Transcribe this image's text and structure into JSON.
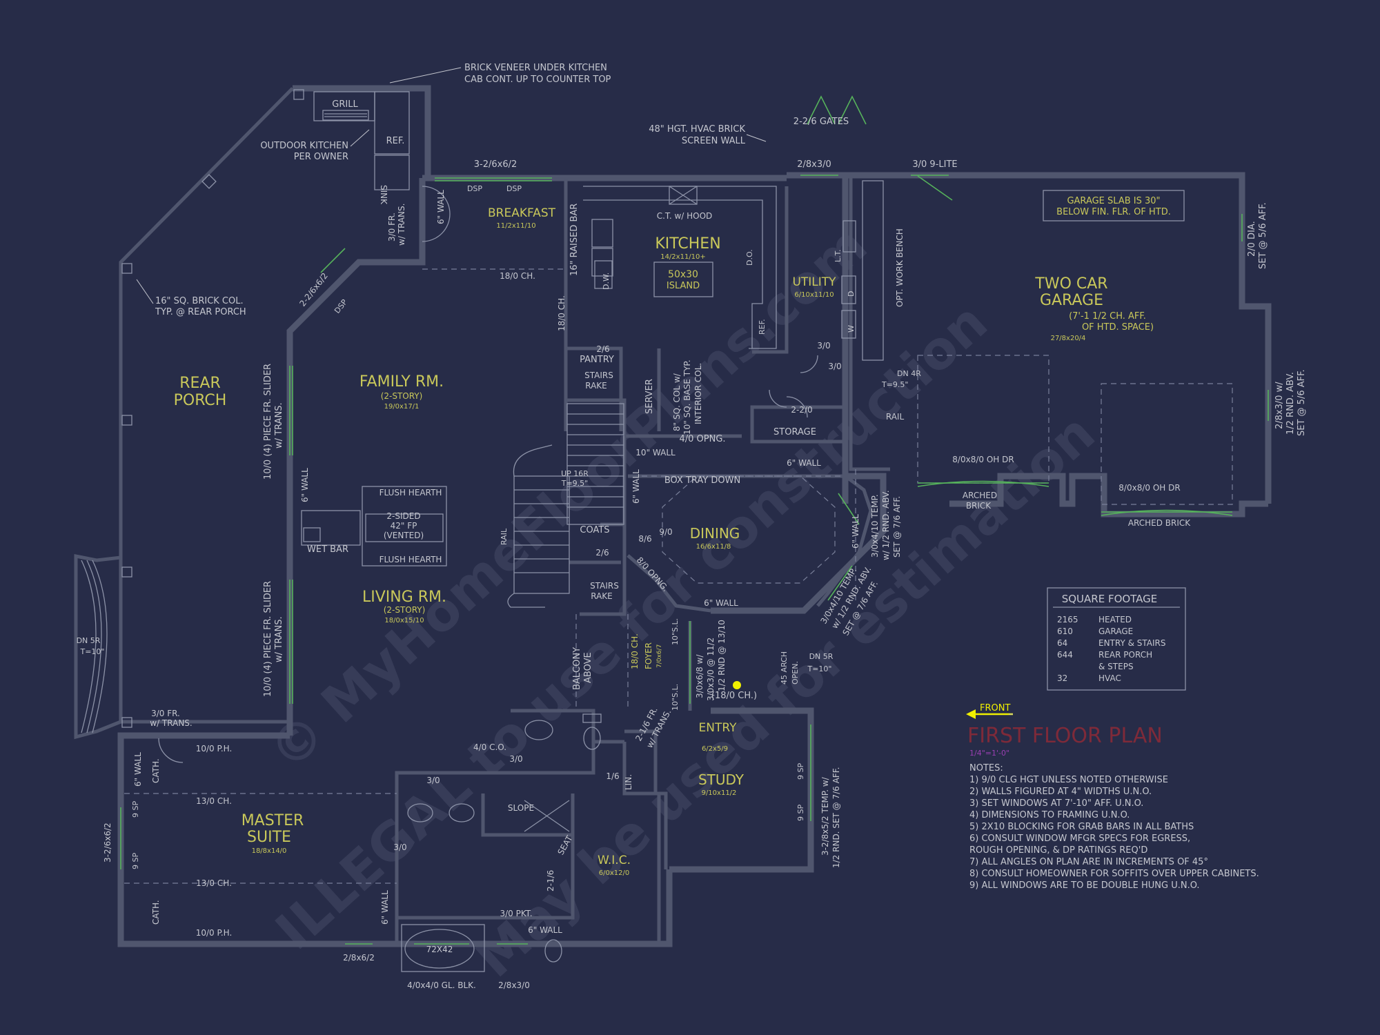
{
  "colors": {
    "background": "#272c48",
    "wall": "#50566e",
    "wall_dark": "#3e4460",
    "label": "#c9c85a",
    "note": "#c5c7cf",
    "accent": "#56b35b",
    "title_red": "#7e2a39",
    "scale_magenta": "#9a3fb2",
    "front_arrow": "#f0f000",
    "watermark": "#3a3f5b"
  },
  "watermark": {
    "line1": "© MyHomeFloorPlans.com",
    "line2": "ILLEGAL to use for construction",
    "line3": "May be used for estimation"
  },
  "rooms": {
    "rear_porch": [
      "REAR",
      "PORCH"
    ],
    "family_rm": "FAMILY RM.",
    "family_rm_sub": "(2-STORY)",
    "family_rm_size": "19/0x17/1",
    "living_rm": "LIVING RM.",
    "living_rm_sub": "(2-STORY)",
    "living_rm_size": "18/0x15/10",
    "kitchen": "KITCHEN",
    "kitchen_size": "14/2x11/10+",
    "island": [
      "50x30",
      "ISLAND"
    ],
    "breakfast": "BREAKFAST",
    "breakfast_size": "11/2x11/10",
    "utility": "UTILITY",
    "utility_size": "6/10x11/10",
    "garage": [
      "TWO CAR",
      "GARAGE"
    ],
    "garage_note": [
      "(7'-1 1/2 CH. AFF.",
      "OF HTD. SPACE)"
    ],
    "garage_size": "27/8x20/4",
    "dining": "DINING",
    "dining_size": "16/6x11/8",
    "master": [
      "MASTER",
      "SUITE"
    ],
    "master_size": "18/8x14/0",
    "study": "STUDY",
    "study_size": "9/10x11/2",
    "entry": "ENTRY",
    "entry_size": "6/2x5/9",
    "wic": "W.I.C.",
    "wic_size": "6/0x12/0",
    "foyer": [
      "18/0 CH.",
      "FOYER",
      "7/0x6/7"
    ],
    "storage": "STORAGE",
    "pantry": "PANTRY",
    "server": "SERVER",
    "coats": "COATS",
    "lin": "LIN.",
    "wet_bar": "WET BAR",
    "grill": "GRILL",
    "ref": "REF.",
    "sink": "SINK",
    "tub": "72X42",
    "slope": "SLOPE",
    "seat": "SEAT"
  },
  "labels": {
    "brick_veneer": [
      "BRICK VENEER UNDER KITCHEN",
      "CAB CONT. UP TO COUNTER TOP"
    ],
    "outdoor_kitchen": [
      "OUTDOOR KITCHEN",
      "PER OWNER"
    ],
    "hvac_wall": [
      "48\" HGT. HVAC BRICK",
      "SCREEN WALL"
    ],
    "gates": "2-2/6 GATES",
    "w_2_8x3_0_top": "2/8x3/0",
    "door_3_0_9lite": "3/0 9-LITE",
    "garage_slab": [
      "GARAGE SLAB IS 30\"",
      "BELOW FIN. FLR. OF HTD."
    ],
    "win_2_0_dia": [
      "2/0 DIA.",
      "SET @ 5/6 AFF."
    ],
    "win_garage_right": [
      "2/8x3/0 w/",
      "1/2 RND. ABV.",
      "SET @ 5/6 AFF."
    ],
    "brick_col": [
      "16\" SQ. BRICK COL.",
      "TYP. @ REAR PORCH"
    ],
    "win_3_2_6x6_2": "3-2/6x6/2",
    "dsp1": "DSP",
    "dsp2": "DSP",
    "ct_hood": "C.T. w/ HOOD",
    "raised_bar": "16\" RAISED BAR",
    "ch_18_0_a": "18/0 CH.",
    "ch_18_0_b": "18/0 CH.",
    "win_2_2_6x6_2": "2-2/6x6/2",
    "dsp3": "DSP",
    "fr_3_0_trans_top": [
      "3/0 FR.",
      "w/ TRANS."
    ],
    "wall_6_a": "6\" WALL",
    "dw": "D.W.",
    "do": "D.O.",
    "ref_kitchen": "REF.",
    "lt": "L.T.",
    "d": "D",
    "w": "W",
    "opt_work_bench": "OPT. WORK BENCH",
    "dn_4r": [
      "DN 4R",
      "T=9.5\""
    ],
    "rail": "RAIL",
    "door_3_0_a": "3/0",
    "door_3_0_b": "3/0",
    "door_2_2_0": "2-2/0",
    "oh_dr_1": "8/0x8/0 OH DR",
    "oh_dr_2": "8/0x8/0 OH DR",
    "arched_brick_1": [
      "ARCHED",
      "BRICK"
    ],
    "arched_brick_2": "ARCHED BRICK",
    "slider_top": [
      "10/0 (4) PIECE FR. SLIDER",
      "w/ TRANS."
    ],
    "slider_bottom": [
      "10/0 (4) PIECE FR. SLIDER",
      "w/ TRANS."
    ],
    "wall_6_b": "6\" WALL",
    "flush_hearth_top": "FLUSH HEARTH",
    "flush_hearth_bottom": "FLUSH HEARTH",
    "fireplace": [
      "2-SIDED",
      "42\" FP",
      "(VENTED)"
    ],
    "stairs_rake_top": [
      "2/6",
      "STAIRS",
      "RAKE"
    ],
    "stairs_rake_bottom": [
      "2/6",
      "STAIRS",
      "RAKE"
    ],
    "up_16r": [
      "UP 16R",
      "T=9.5\""
    ],
    "rail_stairs": "RAIL",
    "col_base": [
      "8\" SQ. COL w/",
      "10\" SQ. BASE TYP.",
      "INTERIOR COL."
    ],
    "opng_4_0": "4/0 OPNG.",
    "wall_10": "10\" WALL",
    "wall_6_c": "6\" WALL",
    "wall_6_d": "6\" WALL",
    "box_tray": "BOX TRAY DOWN",
    "door_8_6": "8/6",
    "door_9_0": "9/0",
    "opng_8_0": "8/0 OPNG.",
    "wall_6_e": "6\" WALL",
    "wall_6_f": "6\" WALL",
    "win_3_0x4_10": [
      "3/0x4/10 TEMP.",
      "w/ 1/2 RND. ABV.",
      "SET @ 7/6 AFF."
    ],
    "win_3_0x4_10_b": [
      "3/0x4/10 TEMP.",
      "w/ 1/2 RND. ABV.",
      "SET @ 7/6 AFF."
    ],
    "dn_5r_right": [
      "DN 5R",
      "T=10\""
    ],
    "arch_opening": [
      "45 ARCH",
      "OPEN."
    ],
    "entry_windows": [
      "3/0x6/8 w/",
      "3/0x3/0 @ 11/2",
      "1/2 RND @ 13/10"
    ],
    "ch_18_0_entry": "(18/0 CH.)",
    "sl_1": "10\"S.L.",
    "sl_2": "10\"S.L.",
    "fr_2_1_6": [
      "2-1/6 FR.",
      "w/ TRANS."
    ],
    "balcony": [
      "BALCONY",
      "ABOVE"
    ],
    "dn_5r_left": [
      "DN 5R",
      "T=10\""
    ],
    "fr_3_0_trans_left": [
      "3/0 FR.",
      "w/ TRANS."
    ],
    "ph_10_0_top": "10/0 P.H.",
    "ch_13_0_top": "13/0 CH.",
    "ch_13_0_bottom": "13/0 CH.",
    "ph_10_0_bottom": "10/0 P.H.",
    "cath_top": "CATH.",
    "cath_bottom": "CATH.",
    "wall_6_g": "6\" WALL",
    "wall_6_h": "6\" WALL",
    "win_3_2_6x6_2_left": "3-2/6x6/2",
    "sp_1": "9 SP",
    "sp_2": "9 SP",
    "co_4_0": "4/0 C.O.",
    "door_3_0_c": "3/0",
    "door_3_0_d": "3/0",
    "door_3_0_e": "3/0",
    "door_1_6": "1/6",
    "door_2_1_6": "2-1/6",
    "pkt_3_0": "3/0 PKT.",
    "wall_6_i": "6\" WALL",
    "win_2_8x6_2": "2/8x6/2",
    "gl_blk": "4/0x4/0 GL. BLK.",
    "win_2_8x3_0_bottom": "2/8x3/0",
    "sp_3": "9 SP",
    "sp_4": "9 SP",
    "study_window": [
      "3-2/8x5/2 TEMP. w/",
      "1/2 RND. SET @ 7/6 AFF."
    ]
  },
  "square_footage": {
    "title": "SQUARE FOOTAGE",
    "rows": [
      {
        "value": "2165",
        "label": "HEATED"
      },
      {
        "value": "610",
        "label": "GARAGE"
      },
      {
        "value": "64",
        "label": "ENTRY & STAIRS"
      },
      {
        "value": "644",
        "label": "REAR PORCH"
      },
      {
        "value": "",
        "label": "& STEPS"
      },
      {
        "value": "32",
        "label": "HVAC"
      }
    ]
  },
  "front": "FRONT",
  "plan_title": "FIRST FLOOR PLAN",
  "plan_scale": "1/4\"=1'-0\"",
  "notes": {
    "heading": "NOTES:",
    "items": [
      "1)  9/0 CLG HGT UNLESS NOTED OTHERWISE",
      "2)  WALLS FIGURED AT 4\" WIDTHS U.N.O.",
      "3)  SET WINDOWS AT 7'-10\" AFF. U.N.O.",
      "4)  DIMENSIONS TO FRAMING U.N.O.",
      "5)  2X10 BLOCKING FOR GRAB BARS IN ALL BATHS",
      "6)  CONSULT WINDOW MFGR SPECS FOR EGRESS,",
      "       ROUGH OPENING, & DP RATINGS REQ'D",
      "7)  ALL ANGLES ON PLAN ARE IN INCREMENTS OF 45°",
      "8)  CONSULT HOMEOWNER FOR SOFFITS OVER UPPER CABINETS.",
      "9)  ALL WINDOWS ARE TO BE DOUBLE HUNG U.N.O."
    ]
  }
}
